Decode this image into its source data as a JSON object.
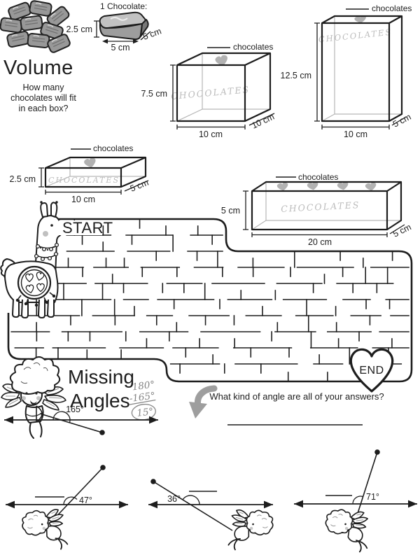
{
  "page": {
    "background": "#ffffff",
    "ink": "#1d1d1d",
    "accent_gray": "#9e9e9e"
  },
  "volume": {
    "title": "Volume",
    "question_lines": [
      "How many",
      "chocolates will fit",
      "in each box?"
    ],
    "unit_chocolate": {
      "label": "1 Chocolate:",
      "height": "2.5 cm",
      "width": "5 cm",
      "depth": "5 cm"
    },
    "answer_word": "chocolates",
    "box_brand": "CHOCOLATES",
    "boxes": [
      {
        "id": "cube-box",
        "height": "7.5 cm",
        "width": "10 cm",
        "depth": "10 cm"
      },
      {
        "id": "tall-box",
        "height": "12.5 cm",
        "width": "10 cm",
        "depth": "5 cm"
      },
      {
        "id": "flat-box",
        "height": "2.5 cm",
        "width": "10 cm",
        "depth": "5 cm"
      },
      {
        "id": "long-box",
        "height": "5 cm",
        "width": "20 cm",
        "depth": "5 cm"
      }
    ]
  },
  "maze": {
    "start": "START",
    "end": "END"
  },
  "missing_angles": {
    "title_line1": "Missing",
    "title_line2": "Angles",
    "example": {
      "given": "165°",
      "work_minuend": "180°",
      "work_subtrahend": "-165°",
      "work_result": "15°"
    },
    "question": "What kind of angle are all of your answers?",
    "problems": [
      {
        "given": "47°"
      },
      {
        "given": "36°"
      },
      {
        "given": "71°"
      }
    ]
  }
}
